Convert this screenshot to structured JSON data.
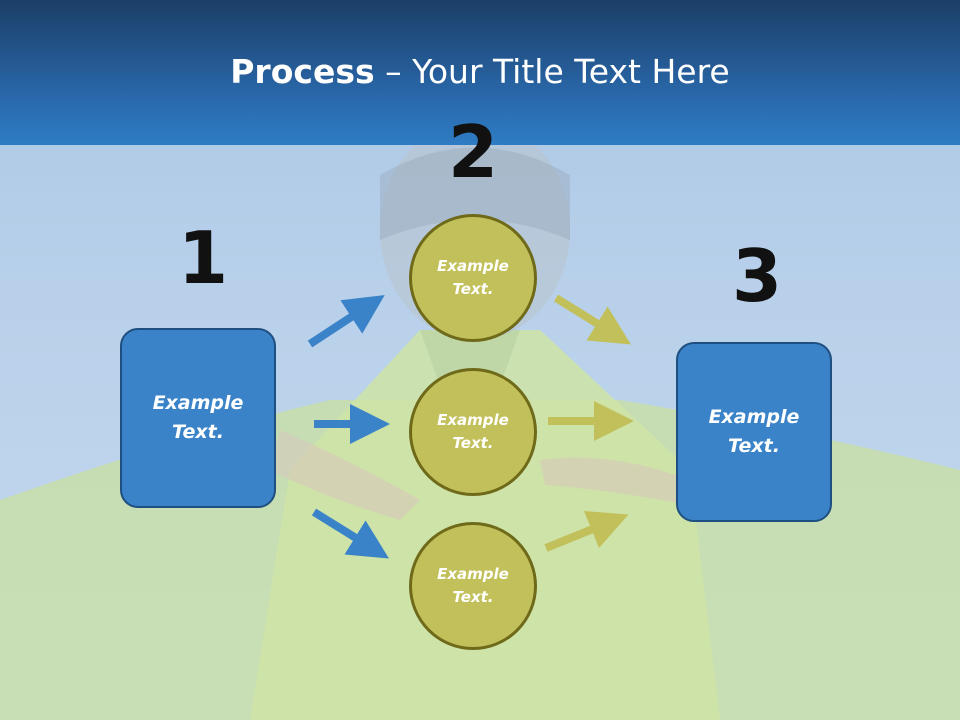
{
  "slide": {
    "title_bold": "Process",
    "title_rest": " – Your Title Text Here",
    "step_numbers": [
      "1",
      "2",
      "3"
    ],
    "left_box_text": "Example Text.",
    "right_box_text": "Example Text.",
    "circles": [
      {
        "text": "Example Text."
      },
      {
        "text": "Example Text."
      },
      {
        "text": "Example Text."
      }
    ],
    "colors": {
      "header": "#2a6aae",
      "box": "#3a83c8",
      "circle": "#c2c05a",
      "blue_arrow": "#3a83c8",
      "yellow_arrow": "#c2c05a"
    }
  }
}
